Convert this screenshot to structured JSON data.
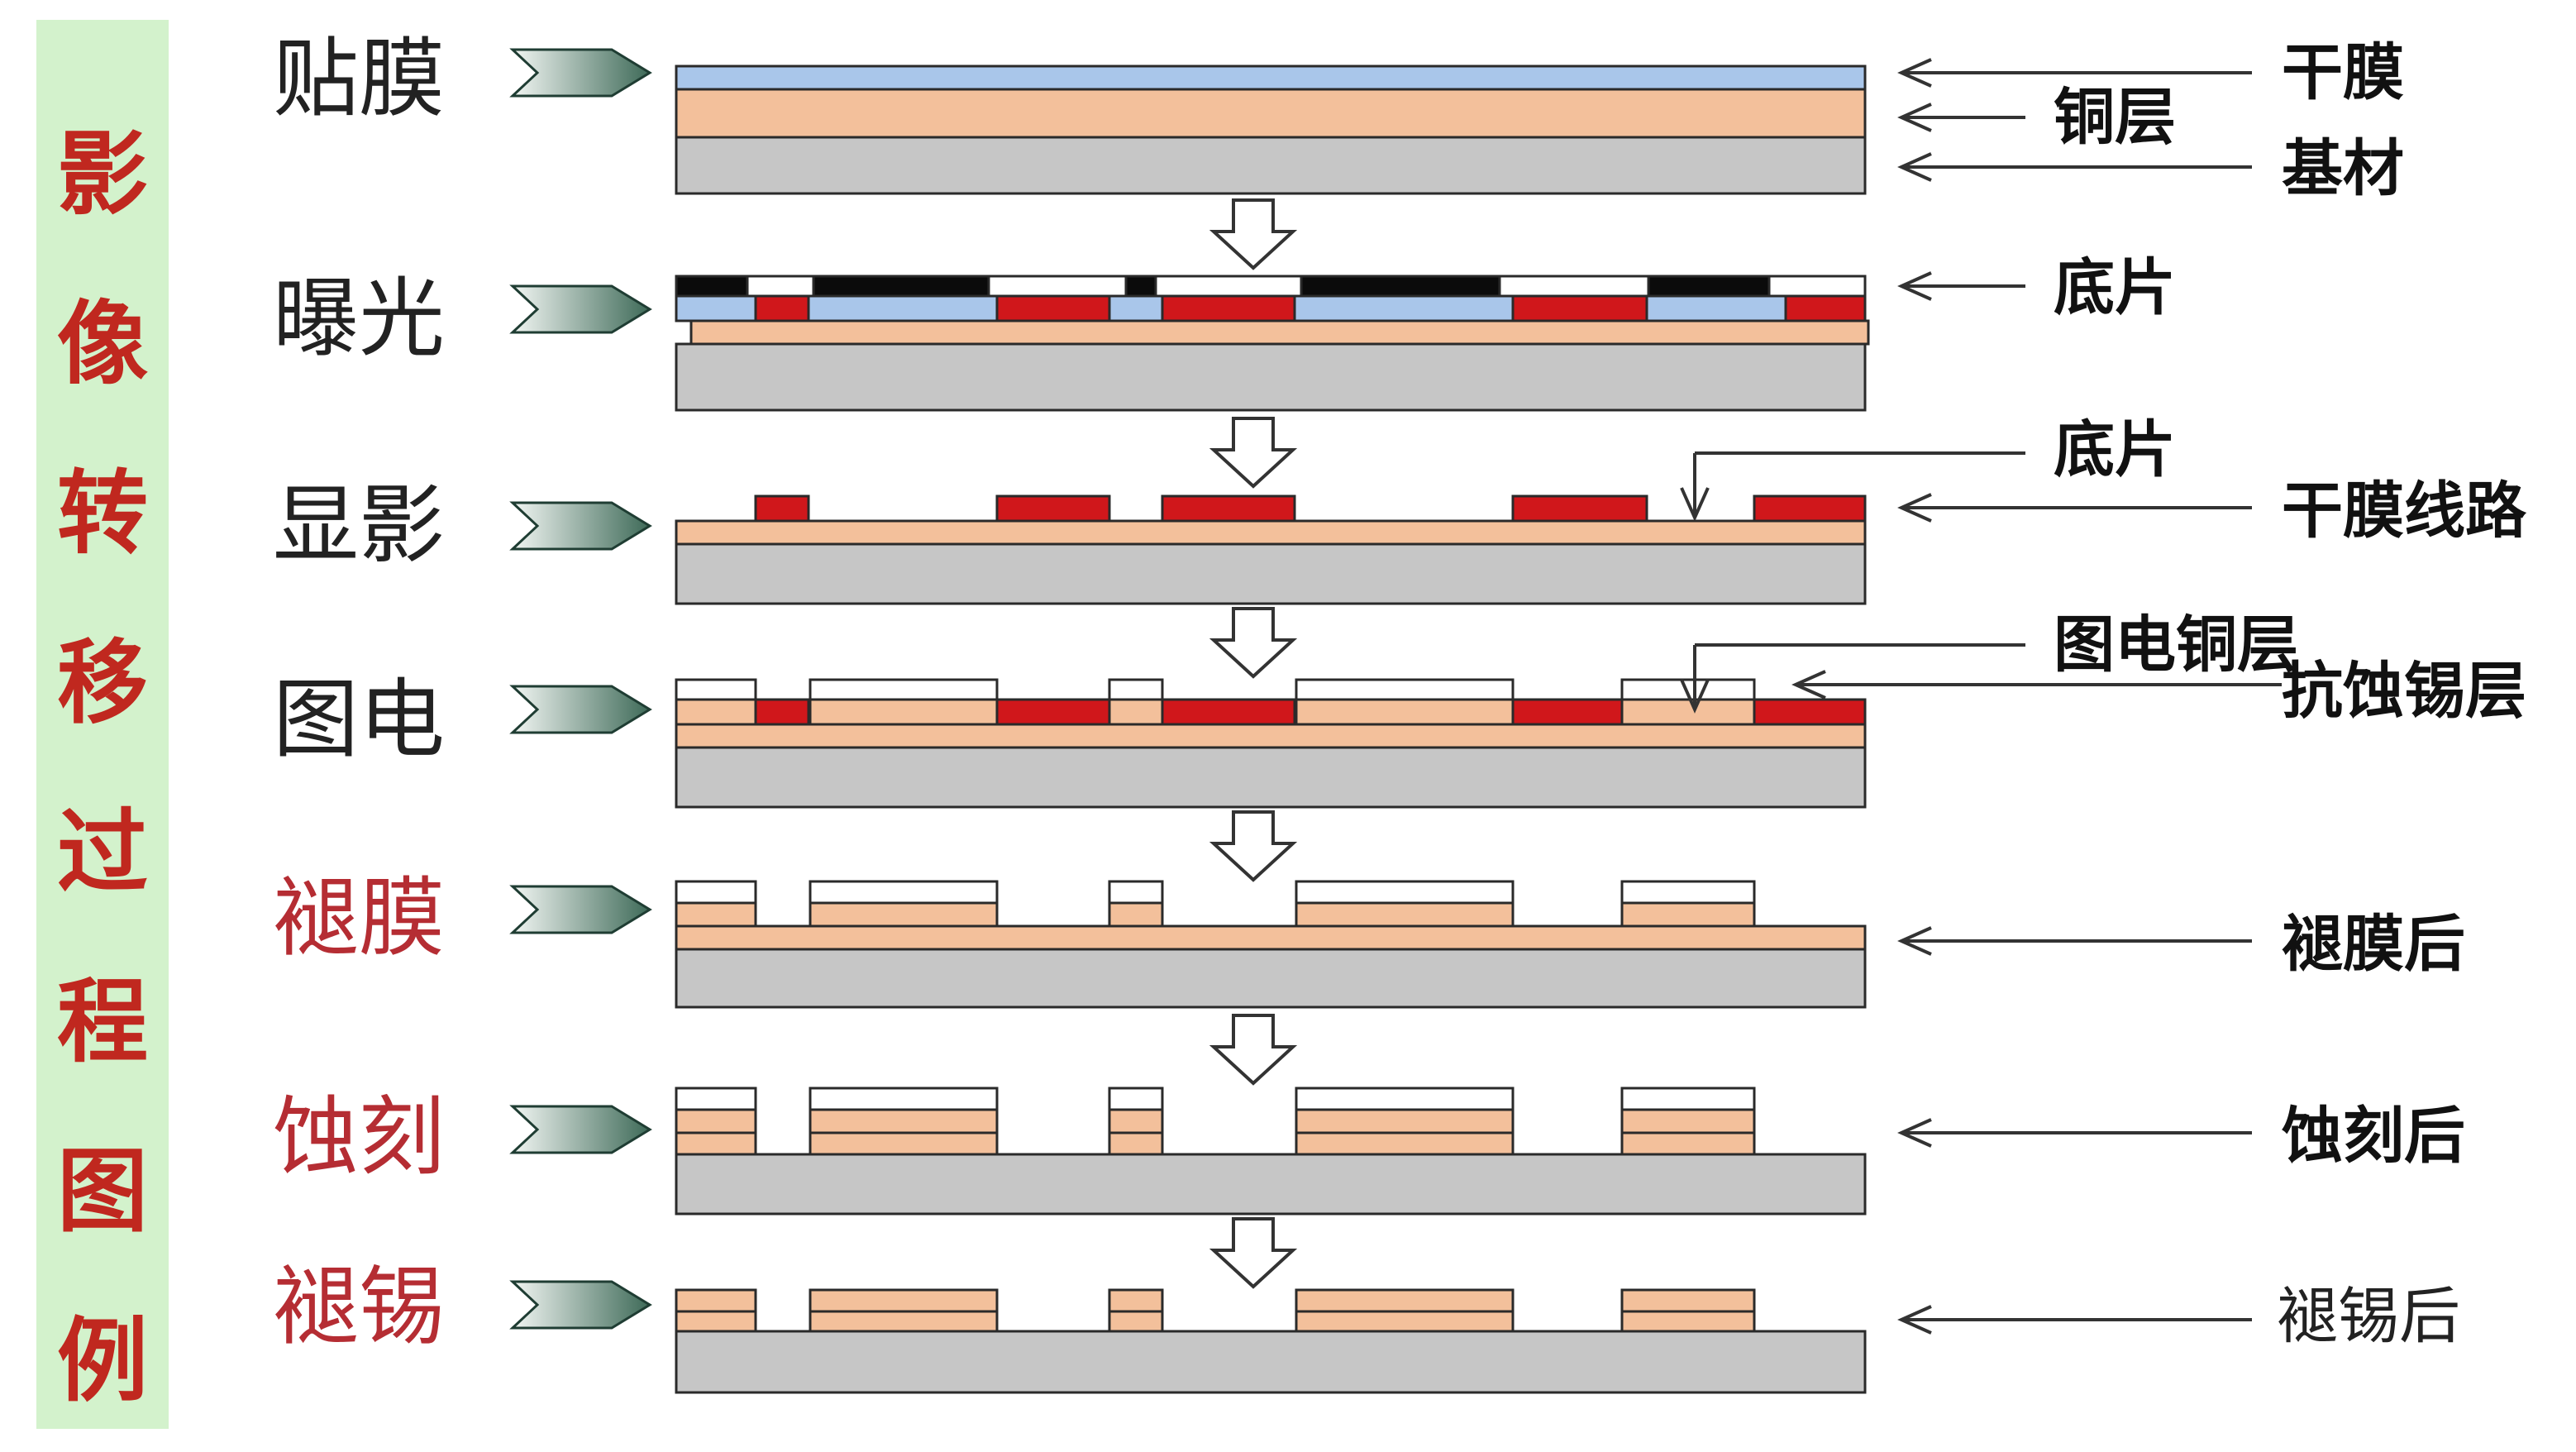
{
  "sidebar": {
    "chars": [
      "影",
      "像",
      "转",
      "移",
      "过",
      "程",
      "图",
      "例"
    ]
  },
  "steps": [
    {
      "label": "贴膜"
    },
    {
      "label": "曝光"
    },
    {
      "label": "显影"
    },
    {
      "label": "图电"
    },
    {
      "label": "褪膜"
    },
    {
      "label": "蚀刻"
    },
    {
      "label": "褪锡"
    }
  ],
  "annotations": {
    "dry_film": "干膜",
    "copper_layer": "铜层",
    "substrate": "基材",
    "film_exposure": "底片",
    "film_develop": "底片",
    "dry_film_circuit": "干膜线路",
    "plated_copper": "图电铜层",
    "etch_resist_tin": "抗蚀锡层",
    "after_strip": "褪膜后",
    "after_etch": "蚀刻后",
    "after_tin_strip": "褪锡后"
  },
  "colors": {
    "banner_bg": "#d3f2cc",
    "banner_text": "#c0281f",
    "dry_film": "#a9c6ea",
    "copper": "#f3c09b",
    "substrate": "#c6c6c6",
    "red_pattern": "#d0171b",
    "mask_black": "#0b0b0b",
    "step_arrow_dark": "#3e6a58",
    "step_arrow_light": "#f2f6f3"
  }
}
